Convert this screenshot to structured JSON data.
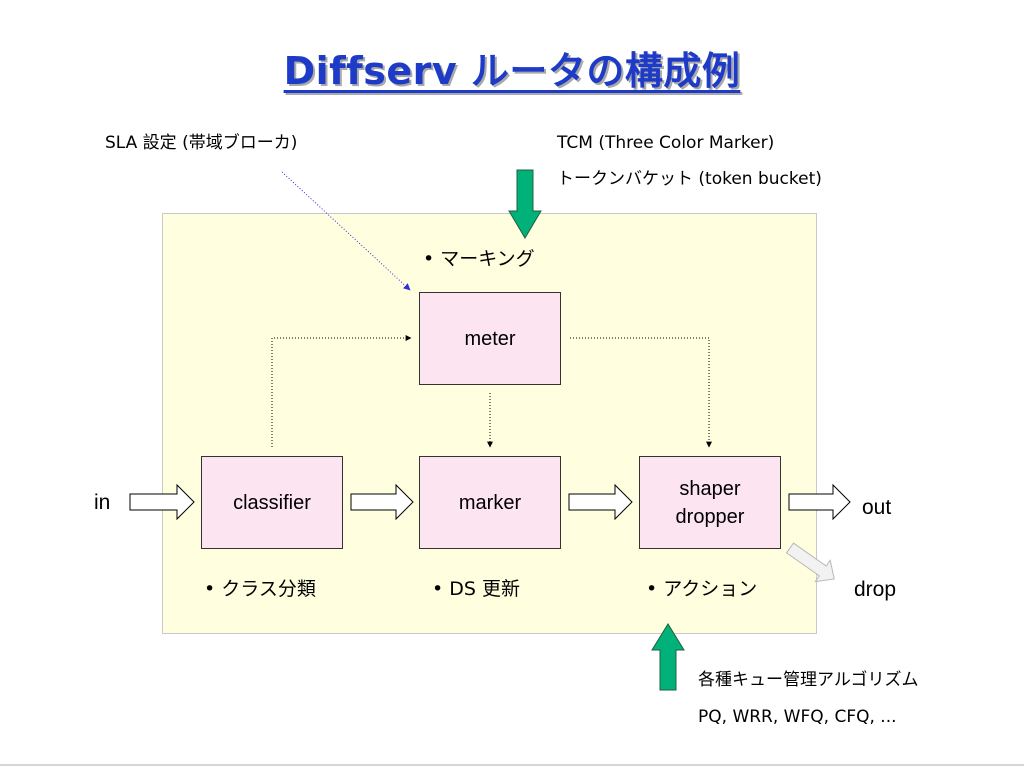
{
  "title": "Diffserv ルータの構成例",
  "labels": {
    "sla": "SLA 設定 (帯域ブローカ)",
    "tcm_line1": "TCM (Three Color Marker)",
    "tcm_line2": "トークンバケット (token bucket)",
    "marking": "• マーキング",
    "queue_line1": "各種キュー管理アルゴリズム",
    "queue_line2": "PQ, WRR, WFQ, CFQ, ...",
    "in": "in",
    "out": "out",
    "drop": "drop"
  },
  "boxes": {
    "meter": "meter",
    "classifier": "classifier",
    "marker": "marker",
    "shaper_line1": "shaper",
    "shaper_line2": "dropper"
  },
  "bullets": {
    "classify": "• クラス分類",
    "ds_update": "• DS 更新",
    "action": "• アクション"
  },
  "colors": {
    "title": "#1e3bc8",
    "panel_background": "#ffffe0",
    "box_fill": "#fde4f1",
    "green_arrow": "#00b27a",
    "sla_pointer": "#2f2fd8"
  }
}
